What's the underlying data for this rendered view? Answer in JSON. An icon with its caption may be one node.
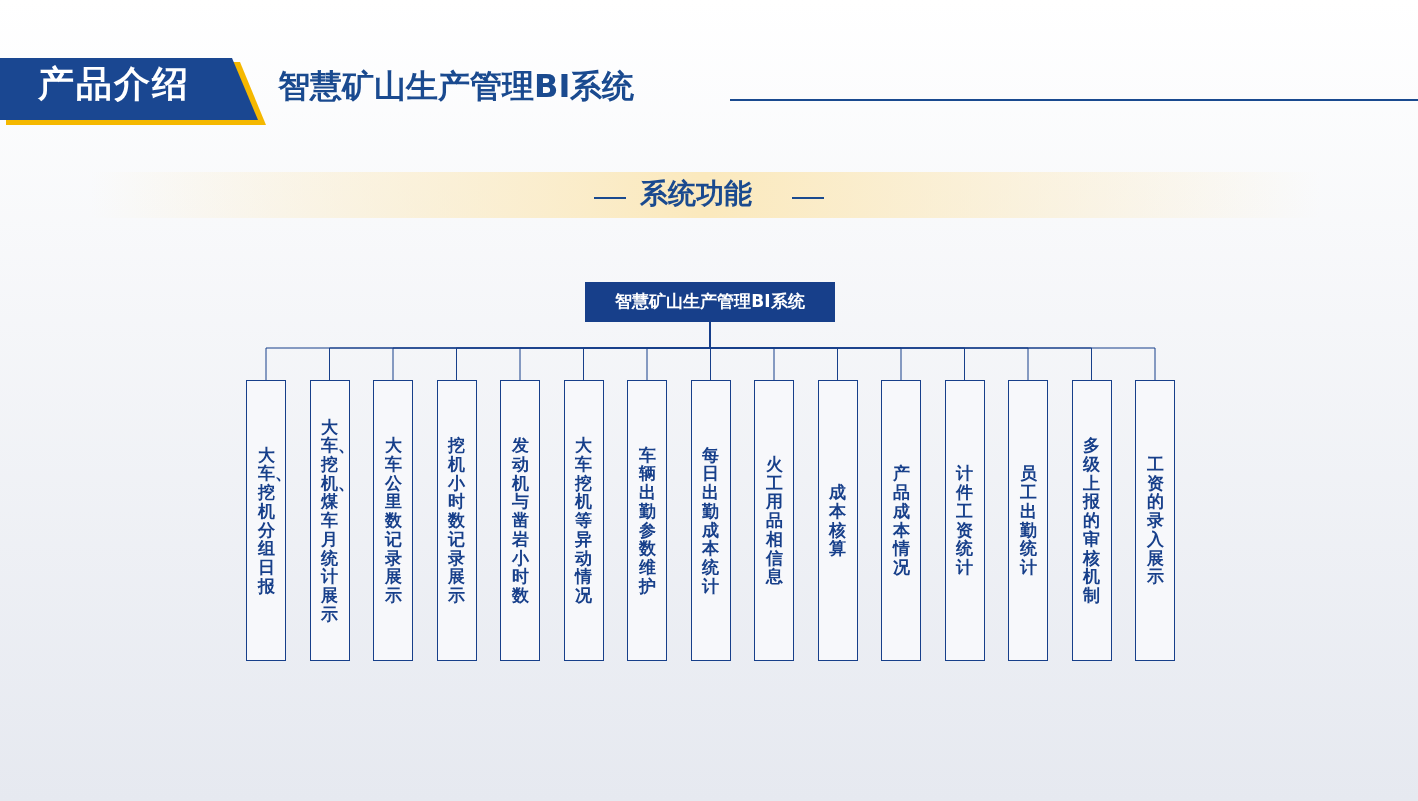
{
  "diagram": {
    "title": "智慧矿山生产管理BI系统",
    "nodes": [
      {
        "text": [
          "智慧矿山生产管理BI系统"
        ]
      },
      {
        "text": [
          "大车、挖机分组日报"
        ]
      },
      {
        "text": [
          "大车、挖机、煤车月统计展示"
        ]
      },
      {
        "text": [
          "大车公里数记录展示"
        ]
      },
      {
        "text": [
          "挖机小时数记录展示"
        ]
      },
      {
        "text": [
          "发动机与凿岩小时数"
        ]
      },
      {
        "text": [
          "大车挖机等异动情况"
        ]
      },
      {
        "text": [
          "车辆出勤参数维护"
        ]
      },
      {
        "text": [
          "每日出勤成本统计"
        ]
      },
      {
        "text": [
          "火工用品相信息"
        ]
      },
      {
        "text": [
          "成本核算"
        ]
      },
      {
        "text": [
          "产品成本情况"
        ]
      },
      {
        "text": [
          "计件工资统计"
        ]
      },
      {
        "text": [
          "员工出勤统计"
        ]
      },
      {
        "text": [
          "多级上报的审核机制"
        ]
      },
      {
        "text": [
          "工资的录入展示"
        ]
      }
    ],
    "edges": [
      {
        "from": 0,
        "to": 1,
        "arrow": "none"
      },
      {
        "from": 0,
        "to": 2,
        "arrow": "none"
      },
      {
        "from": 0,
        "to": 3,
        "arrow": "none"
      },
      {
        "from": 0,
        "to": 4,
        "arrow": "none"
      },
      {
        "from": 0,
        "to": 5,
        "arrow": "none"
      },
      {
        "from": 0,
        "to": 6,
        "arrow": "none"
      },
      {
        "from": 0,
        "to": 7,
        "arrow": "none"
      },
      {
        "from": 0,
        "to": 8,
        "arrow": "none"
      },
      {
        "from": 0,
        "to": 9,
        "arrow": "none"
      },
      {
        "from": 0,
        "to": 10,
        "arrow": "none"
      },
      {
        "from": 0,
        "to": 11,
        "arrow": "none"
      },
      {
        "from": 0,
        "to": 12,
        "arrow": "none"
      },
      {
        "from": 0,
        "to": 13,
        "arrow": "none"
      },
      {
        "from": 0,
        "to": 14,
        "arrow": "none"
      },
      {
        "from": 0,
        "to": 15,
        "arrow": "none"
      }
    ],
    "labels": [
      "产品介绍",
      "系统功能"
    ]
  }
}
